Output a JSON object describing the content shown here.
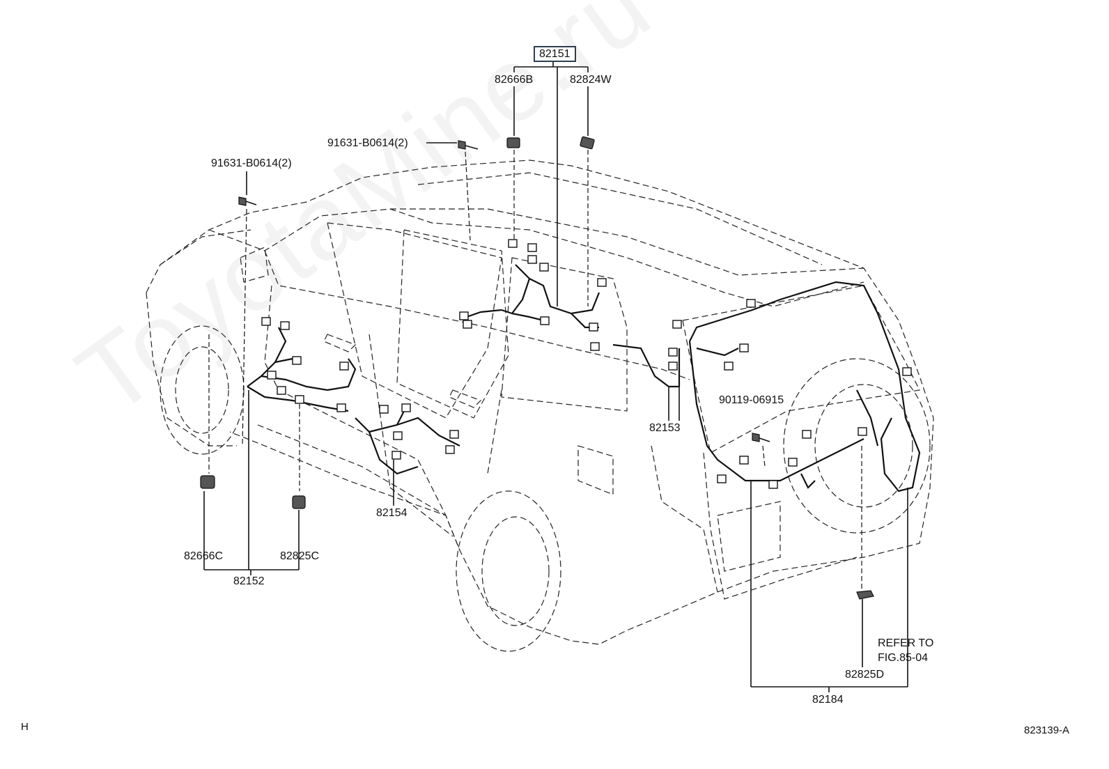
{
  "watermark": "ToyotaMine.ru",
  "labels": {
    "main_harness": "82151",
    "p82666B": "82666B",
    "p82824W": "82824W",
    "bolt_top": "91631-B0614(2)",
    "bolt_left": "91631-B0614(2)",
    "p82153": "82153",
    "p90119": "90119-06915",
    "p82154": "82154",
    "p82666C": "82666C",
    "p82825C": "82825C",
    "p82152": "82152",
    "refer_line1": "REFER TO",
    "refer_line2": "FIG.85-04",
    "p82825D": "82825D",
    "p82184": "82184",
    "corner_left": "H",
    "corner_right": "823139-A"
  }
}
